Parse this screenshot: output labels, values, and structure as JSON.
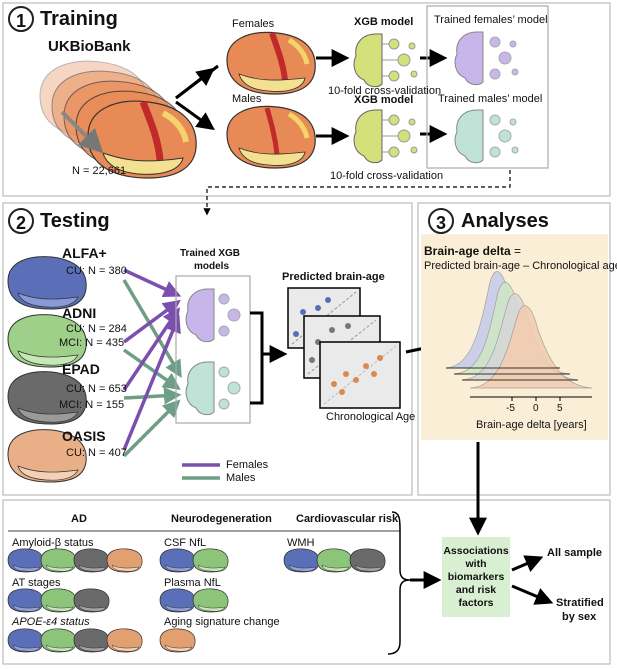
{
  "training": {
    "number": "1",
    "title": "Training",
    "dataset": "UKBioBank",
    "n": "N = 22,661",
    "females": "Females",
    "males": "Males",
    "xgb_model": "XGB model",
    "cv": "10-fold cross-validation",
    "trained_females": "Trained females’ model",
    "trained_males": "Trained males’ model"
  },
  "testing": {
    "number": "2",
    "title": "Testing",
    "trained_xgb_1": "Trained XGB",
    "trained_xgb_2": "models",
    "predicted": "Predicted brain-age",
    "chronological": "Chronological Age",
    "cohorts": [
      {
        "name": "ALFA+",
        "l1": "CU: N = 380",
        "l2": ""
      },
      {
        "name": "ADNI",
        "l1": "CU: N = 284",
        "l2": "MCI: N = 435"
      },
      {
        "name": "EPAD",
        "l1": "CU: N = 653",
        "l2": "MCI: N = 155"
      },
      {
        "name": "OASIS",
        "l1": "CU: N = 407",
        "l2": ""
      }
    ],
    "legend_females": "Females",
    "legend_males": "Males"
  },
  "analyses": {
    "number": "3",
    "title": "Analyses",
    "delta_bold": "Brain-age delta",
    "delta_eq": " =",
    "formula": "Predicted brain-age  – Chronological age",
    "xaxis_label": "Brain-age delta [years]",
    "ticks": [
      "-5",
      "0",
      "5"
    ]
  },
  "biomarkers": {
    "ad": {
      "header": "AD",
      "items": [
        "Amyloid-β status",
        "AT stages",
        "APOE-ε4 status"
      ]
    },
    "neuro": {
      "header": "Neurodegeneration",
      "items": [
        "CSF NfL",
        "Plasma NfL",
        "Aging signature change"
      ]
    },
    "cardio": {
      "header": "Cardiovascular risk",
      "items": [
        "WMH"
      ]
    },
    "assoc": [
      "Associations",
      "with",
      "biomarkers",
      "and risk",
      "factors"
    ],
    "all_sample": "All sample",
    "stratified": [
      "Stratified",
      "by sex"
    ]
  },
  "colors": {
    "female": "#7b4fae",
    "male": "#6e9e86",
    "beige": "#fbeed6",
    "green_box": "#d9efd2",
    "alfa": "#5a6fb8",
    "adni": "#8cc47a",
    "epad": "#6a6a6a",
    "oasis": "#e2a070"
  }
}
